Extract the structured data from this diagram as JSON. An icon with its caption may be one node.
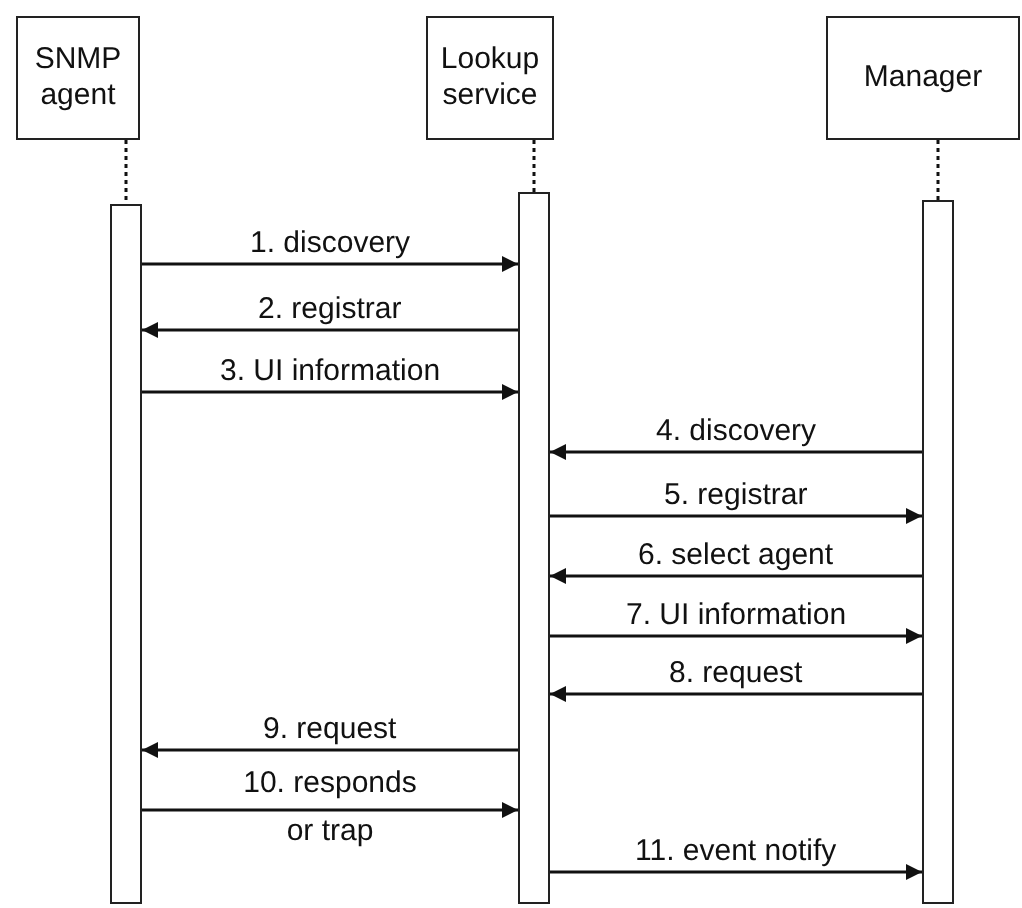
{
  "diagram": {
    "nodes": [
      {
        "text": [
          "SNMP agent"
        ]
      },
      {
        "text": [
          "Lookup service"
        ]
      },
      {
        "text": [
          "Manager"
        ]
      },
      {
        "text": [],
        "shape": "bar"
      },
      {
        "text": [],
        "shape": "bar"
      },
      {
        "text": [],
        "shape": "bar"
      }
    ],
    "edges": [
      {
        "from": 0,
        "to": 3,
        "arrow": "none",
        "style": "dashed"
      },
      {
        "from": 1,
        "to": 4,
        "arrow": "none",
        "style": "dashed"
      },
      {
        "from": 2,
        "to": 5,
        "arrow": "none",
        "style": "dashed"
      },
      {
        "from": 3,
        "to": 4,
        "arrow": "to",
        "label": "1. discovery"
      },
      {
        "from": 4,
        "to": 3,
        "arrow": "to",
        "label": "2. registrar"
      },
      {
        "from": 3,
        "to": 4,
        "arrow": "to",
        "label": "3. UI information"
      },
      {
        "from": 5,
        "to": 4,
        "arrow": "to",
        "label": "4. discovery"
      },
      {
        "from": 4,
        "to": 5,
        "arrow": "to",
        "label": "5. registrar"
      },
      {
        "from": 5,
        "to": 4,
        "arrow": "to",
        "label": "6. select agent"
      },
      {
        "from": 4,
        "to": 5,
        "arrow": "to",
        "label": "7. UI information"
      },
      {
        "from": 5,
        "to": 4,
        "arrow": "to",
        "label": "8. request"
      },
      {
        "from": 4,
        "to": 3,
        "arrow": "to",
        "label": "9. request"
      },
      {
        "from": 3,
        "to": 4,
        "arrow": "to",
        "label": "10. responds or trap"
      },
      {
        "from": 4,
        "to": 5,
        "arrow": "to",
        "label": "11. event notify"
      }
    ]
  }
}
